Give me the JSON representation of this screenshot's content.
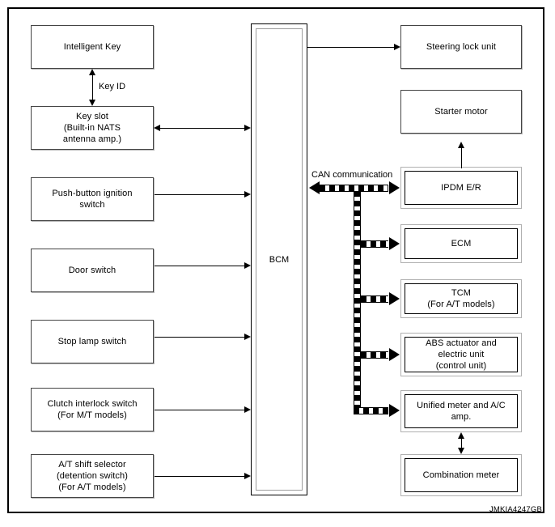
{
  "figure": {
    "id": "JMKIA4247GB",
    "type": "system-block-diagram"
  },
  "labels": {
    "key_id": "Key ID",
    "can_communication": "CAN communication"
  },
  "central_unit": {
    "label": "BCM"
  },
  "inputs": [
    {
      "label": "Intelligent Key"
    },
    {
      "label": "Key slot\n(Built-in NATS\nantenna amp.)"
    },
    {
      "label": "Push-button ignition\nswitch"
    },
    {
      "label": "Door switch"
    },
    {
      "label": "Stop lamp switch"
    },
    {
      "label": "Clutch interlock switch\n(For M/T models)"
    },
    {
      "label": "A/T shift selector\n(detention switch)\n(For A/T models)"
    }
  ],
  "outputs": [
    {
      "label": "Steering lock unit"
    },
    {
      "label": "Starter motor"
    },
    {
      "label": "IPDM E/R"
    },
    {
      "label": "ECM"
    },
    {
      "label": "TCM\n(For A/T models)"
    },
    {
      "label": "ABS actuator and\nelectric unit\n(control unit)"
    },
    {
      "label": "Unified meter and A/C\namp."
    },
    {
      "label": "Combination meter"
    }
  ],
  "colors": {
    "line": "#000000",
    "box_border": "#444444",
    "box_shadow": "#b8b8b8",
    "double_outer": "#b0b0b0",
    "background": "#ffffff"
  }
}
